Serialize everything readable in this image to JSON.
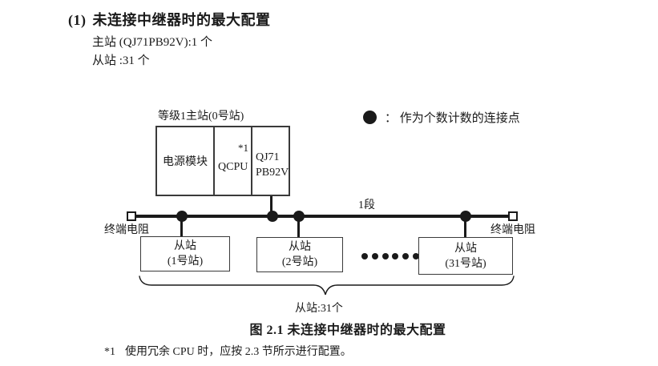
{
  "page": {
    "heading_number": "(1)",
    "heading_title": "未连接中继器时的最大配置",
    "line_master": "主站 (QJ71PB92V):1 个",
    "line_slave": "从站 :31 个"
  },
  "diagram": {
    "master_label": "等级1主站(0号站)",
    "master_cells": {
      "power": "电源模块",
      "cpu": "QCPU",
      "cpu_note": "*1",
      "module_line1": "QJ71",
      "module_line2": "PB92V"
    },
    "legend": {
      "text": "：  作为个数计数的连接点"
    },
    "segment_label": "1段",
    "terminator_left_label": "终端电阻",
    "terminator_right_label": "终端电阻",
    "slaves": [
      {
        "line1": "从站",
        "line2": "(1号站)"
      },
      {
        "line1": "从站",
        "line2": "(2号站)"
      },
      {
        "line1": "从站",
        "line2": "(31号站)"
      }
    ],
    "brace_label": "从站:31个"
  },
  "caption": "图 2.1 未连接中继器时的最大配置",
  "footnote": {
    "marker": "*1",
    "text": "使用冗余 CPU 时，应按 2.3 节所示进行配置。"
  },
  "colors": {
    "ink": "#1a1a1a",
    "box_border": "#3a3a3a",
    "background": "#ffffff"
  }
}
